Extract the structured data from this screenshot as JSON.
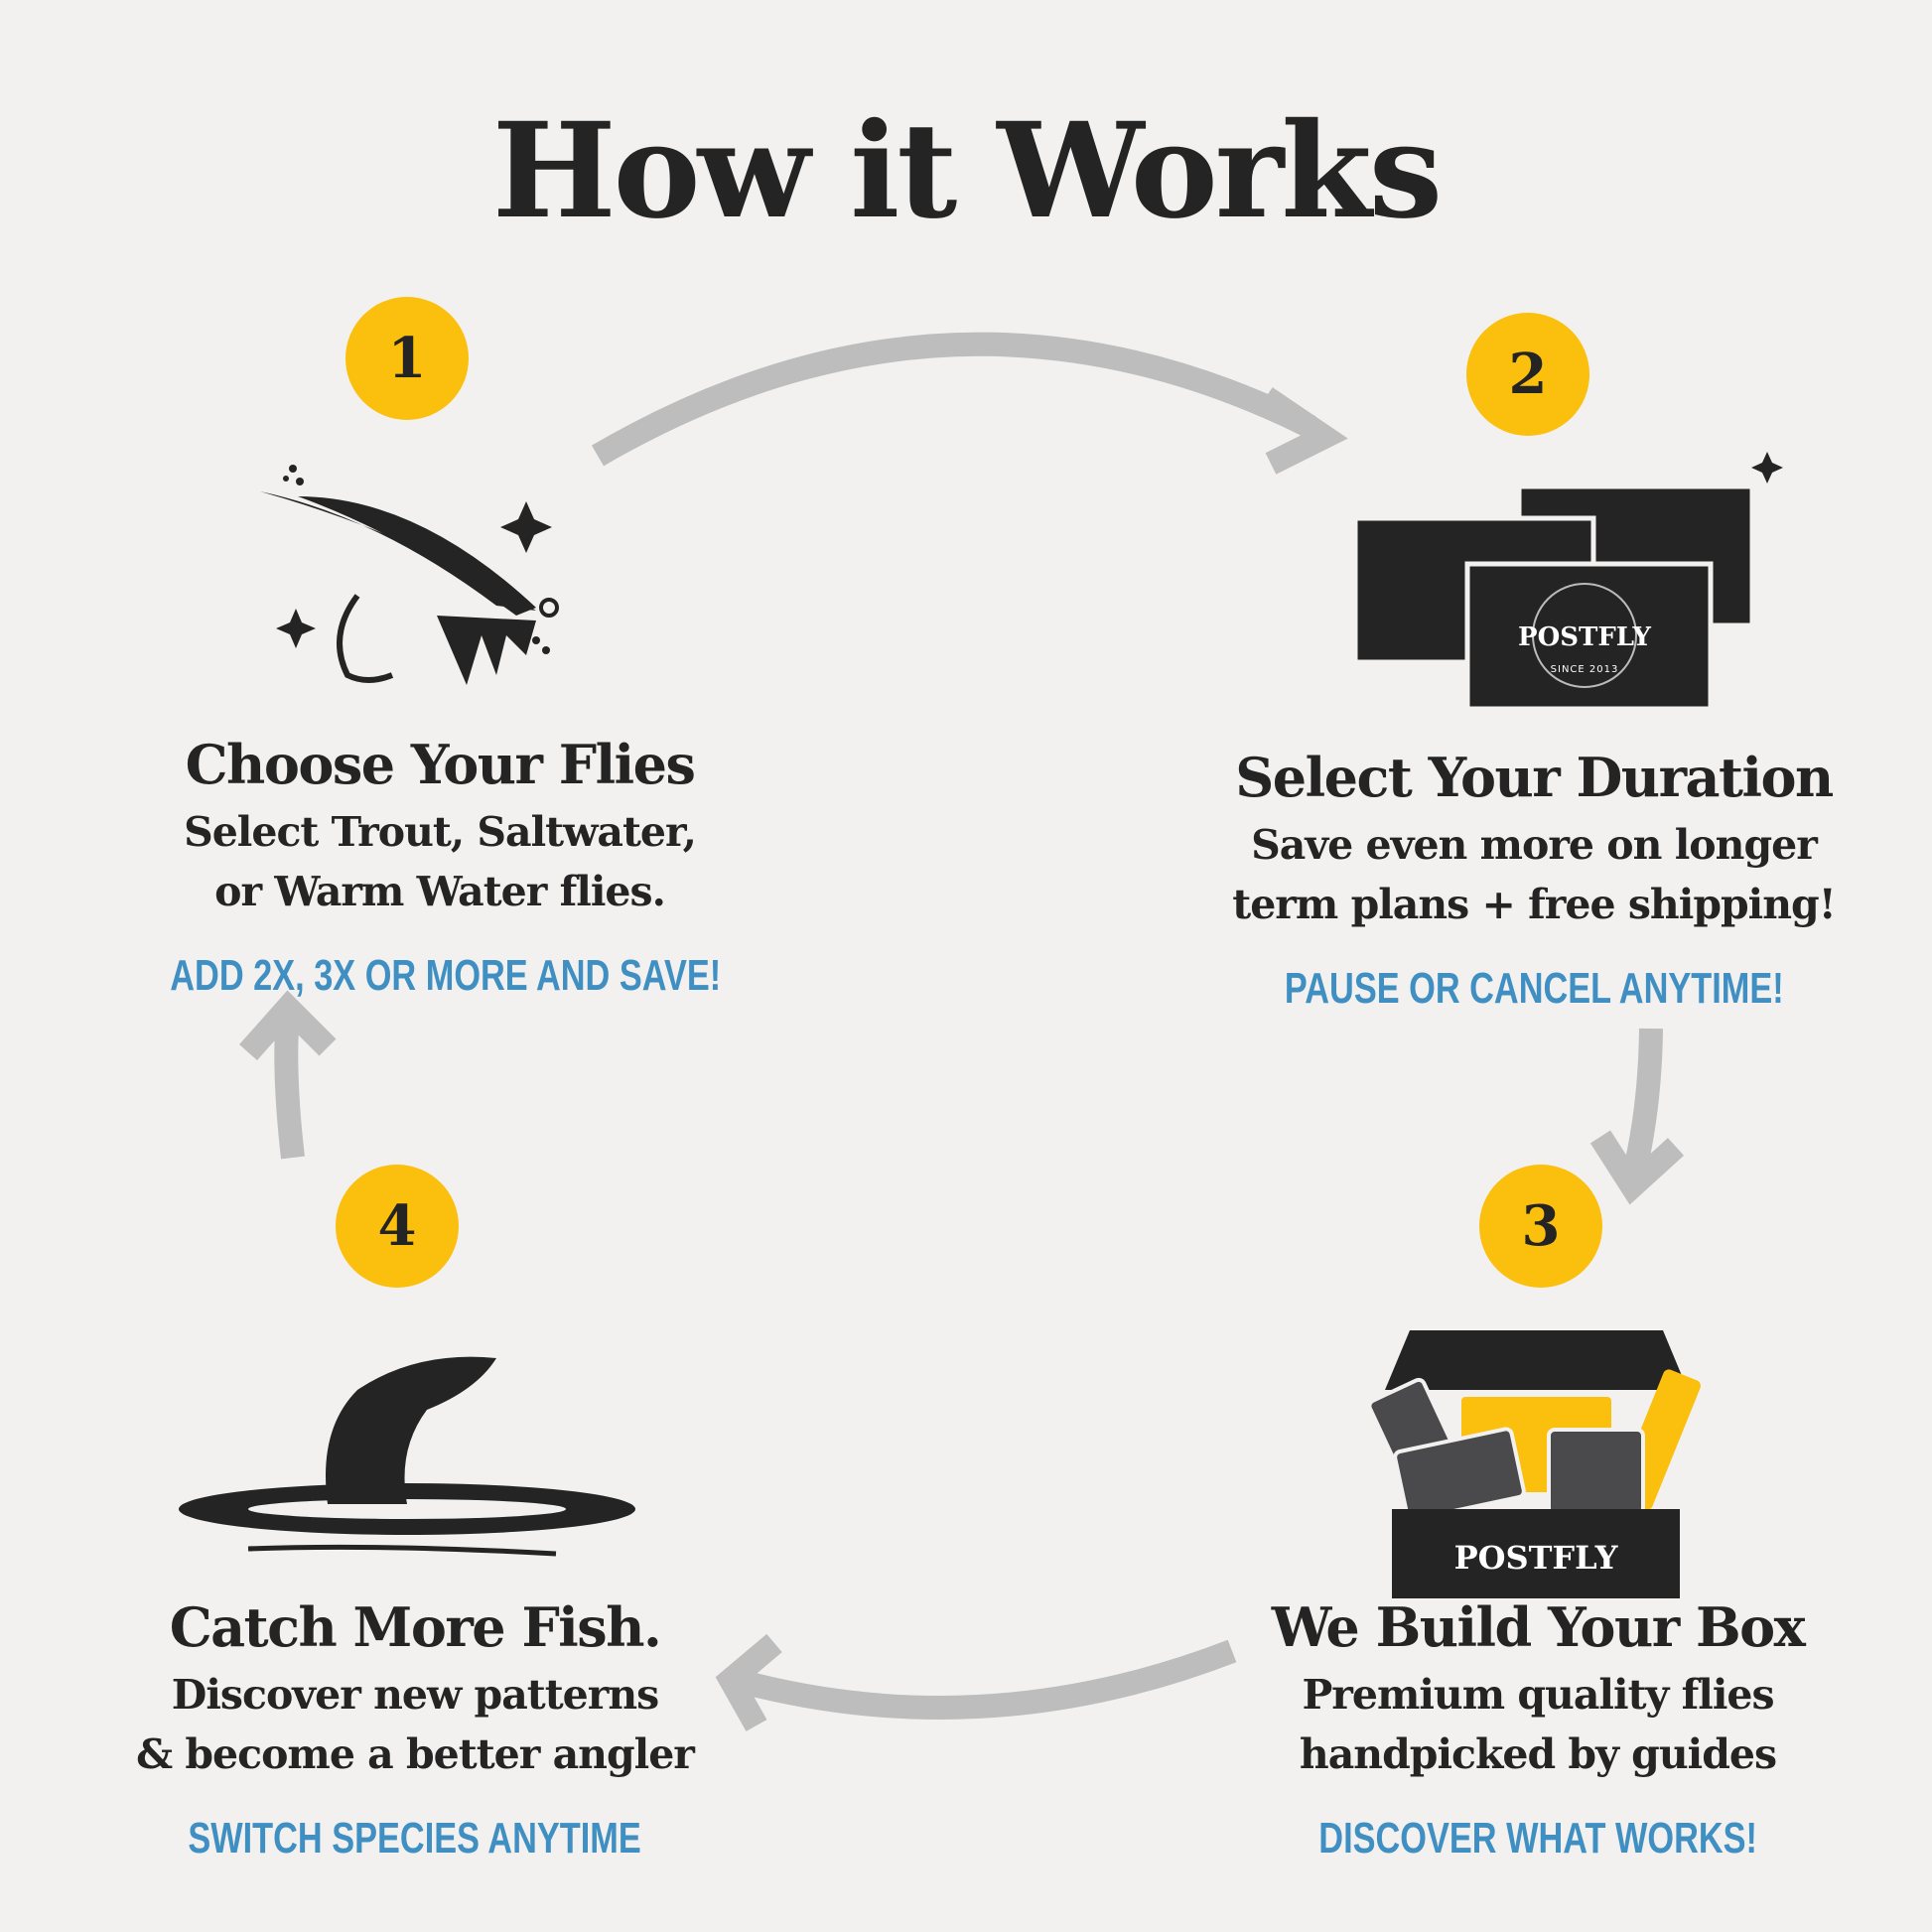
{
  "title": "How it Works",
  "colors": {
    "background": "#f2f1ef",
    "badge": "#fbbf0e",
    "accent": "#3f8fc3",
    "arrow": "#bdbdbd",
    "ink": "#242424"
  },
  "steps": [
    {
      "number": "1",
      "title": "Choose Your Flies",
      "lines": [
        "Select Trout, Saltwater,",
        "or Warm Water flies."
      ],
      "cta": "ADD 2X, 3X OR MORE AND SAVE!",
      "icon": "fly-icon"
    },
    {
      "number": "2",
      "title": "Select Your Duration",
      "lines": [
        "Save even more on longer",
        "term plans + free shipping!"
      ],
      "cta": "PAUSE OR CANCEL ANYTIME!",
      "icon": "boxes-icon"
    },
    {
      "number": "3",
      "title": "We Build Your Box",
      "lines": [
        "Premium quality flies",
        "handpicked by guides"
      ],
      "cta": "DISCOVER WHAT WORKS!",
      "icon": "open-box-icon"
    },
    {
      "number": "4",
      "title": "Catch More Fish.",
      "lines": [
        "Discover new patterns",
        "& become a better angler"
      ],
      "cta": "SWITCH SPECIES ANYTIME",
      "icon": "fish-icon"
    }
  ],
  "brand": {
    "box_label": "POSTFLY",
    "since": "SINCE 2013"
  }
}
